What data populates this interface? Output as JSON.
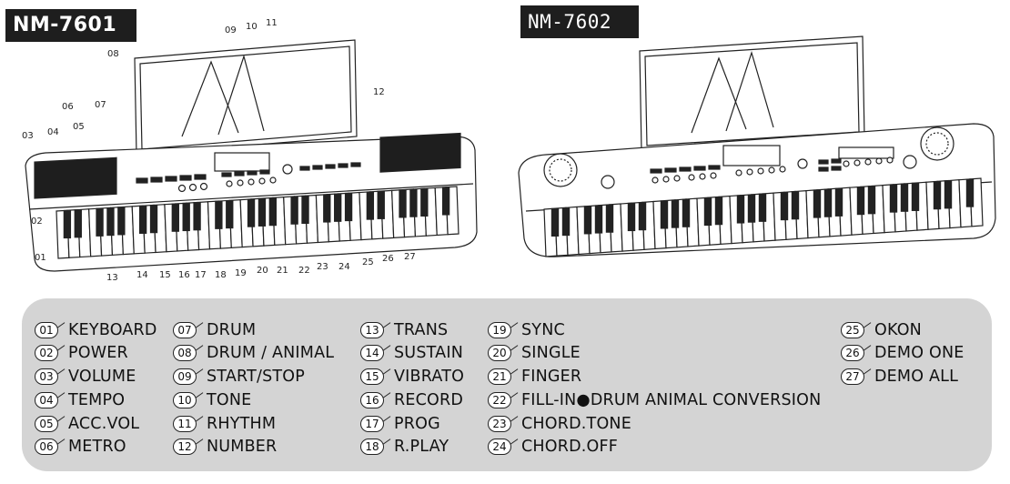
{
  "models": {
    "left": "NM-7601",
    "right": "NM-7602"
  },
  "callouts": [
    "01",
    "02",
    "03",
    "04",
    "05",
    "06",
    "07",
    "08",
    "09",
    "10",
    "11",
    "12",
    "13",
    "14",
    "15",
    "16",
    "17",
    "18",
    "19",
    "20",
    "21",
    "22",
    "23",
    "24",
    "25",
    "26",
    "27"
  ],
  "legend": {
    "items": [
      {
        "num": "01",
        "label": "KEYBOARD"
      },
      {
        "num": "02",
        "label": "POWER"
      },
      {
        "num": "03",
        "label": "VOLUME"
      },
      {
        "num": "04",
        "label": "TEMPO"
      },
      {
        "num": "05",
        "label": "ACC.VOL"
      },
      {
        "num": "06",
        "label": "METRO"
      },
      {
        "num": "07",
        "label": "DRUM"
      },
      {
        "num": "08",
        "label": "DRUM / ANIMAL"
      },
      {
        "num": "09",
        "label": "START/STOP"
      },
      {
        "num": "10",
        "label": "TONE"
      },
      {
        "num": "11",
        "label": "RHYTHM"
      },
      {
        "num": "12",
        "label": "NUMBER"
      },
      {
        "num": "13",
        "label": "TRANS"
      },
      {
        "num": "14",
        "label": "SUSTAIN"
      },
      {
        "num": "15",
        "label": "VIBRATO"
      },
      {
        "num": "16",
        "label": "RECORD"
      },
      {
        "num": "17",
        "label": "PROG"
      },
      {
        "num": "18",
        "label": "R.PLAY"
      },
      {
        "num": "19",
        "label": "SYNC"
      },
      {
        "num": "20",
        "label": "SINGLE"
      },
      {
        "num": "21",
        "label": "FINGER"
      },
      {
        "num": "22",
        "label": "FILL-IN●DRUM ANIMAL CONVERSION"
      },
      {
        "num": "23",
        "label": "CHORD.TONE"
      },
      {
        "num": "24",
        "label": "CHORD.OFF"
      },
      {
        "num": "25",
        "label": "OKON"
      },
      {
        "num": "26",
        "label": "DEMO ONE"
      },
      {
        "num": "27",
        "label": "DEMO ALL"
      }
    ]
  }
}
